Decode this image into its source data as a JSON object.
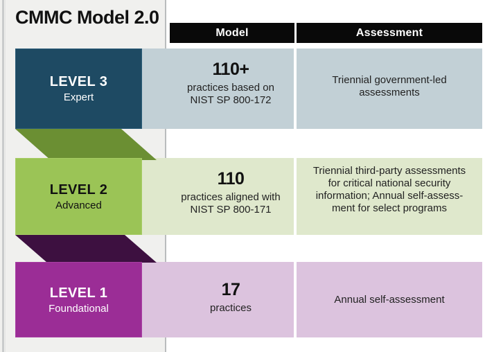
{
  "title": "CMMC Model 2.0",
  "columns": {
    "model": "Model",
    "assessment": "Assessment"
  },
  "colors": {
    "level3": "#1E4A63",
    "level3_tint": "#C2D0D6",
    "level3_connector": "#6B8F33",
    "level2": "#9BC456",
    "level2_tint": "#DFE8CC",
    "level2_connector": "#3D1040",
    "level1": "#9B2D96",
    "level1_tint": "#DCC3DE",
    "header_bg": "#090909",
    "panel_bg": "#F0F0EE"
  },
  "levels": [
    {
      "name": "LEVEL 3",
      "descriptor": "Expert",
      "model": {
        "count": "110+",
        "detail_line1": "practices based on",
        "detail_line2": "NIST SP 800-172"
      },
      "assessment_lines": [
        "Triennial government-led",
        "assessments"
      ]
    },
    {
      "name": "LEVEL 2",
      "descriptor": "Advanced",
      "model": {
        "count": "110",
        "detail_line1": "practices aligned with",
        "detail_line2": "NIST SP 800-171"
      },
      "assessment_lines": [
        "Triennial third-party assessments",
        "for critical national security",
        "information; Annual self-assess-",
        "ment for select programs"
      ]
    },
    {
      "name": "LEVEL 1",
      "descriptor": "Foundational",
      "model": {
        "count": "17",
        "detail_line1": "practices",
        "detail_line2": ""
      },
      "assessment_lines": [
        "Annual self-assessment"
      ]
    }
  ]
}
